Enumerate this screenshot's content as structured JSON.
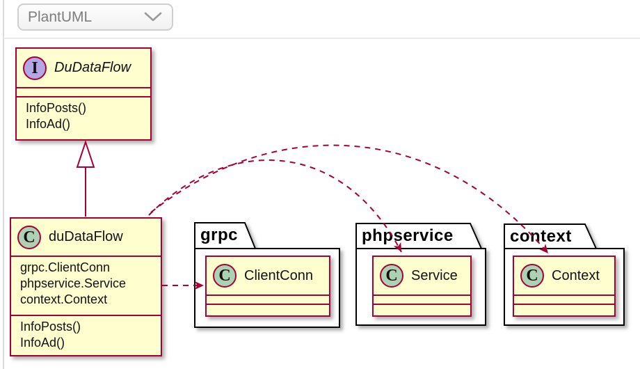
{
  "toolbar": {
    "diagram_type": "PlantUML"
  },
  "colors": {
    "box_fill": "#FEFECE",
    "box_border": "#A80036",
    "relation": "#A80036",
    "interface_circle_fill": "#B4A7E5",
    "class_circle_fill": "#ADD1B2",
    "package_border": "#000000"
  },
  "diagram": {
    "interface": {
      "circle_letter": "I",
      "name": "DuDataFlow",
      "fields": [],
      "methods": [
        "InfoPosts()",
        "InfoAd()"
      ]
    },
    "class": {
      "circle_letter": "C",
      "name": "duDataFlow",
      "fields": [
        "grpc.ClientConn",
        "phpservice.Service",
        "context.Context"
      ],
      "methods": [
        "InfoPosts()",
        "InfoAd()"
      ]
    },
    "packages": [
      {
        "name": "grpc",
        "class": {
          "circle_letter": "C",
          "name": "ClientConn"
        }
      },
      {
        "name": "phpservice",
        "class": {
          "circle_letter": "C",
          "name": "Service"
        }
      },
      {
        "name": "context",
        "class": {
          "circle_letter": "C",
          "name": "Context"
        }
      }
    ],
    "relations": [
      {
        "type": "extends",
        "from": "duDataFlow",
        "to": "DuDataFlow",
        "line": "solid",
        "arrowhead": "hollow-triangle"
      },
      {
        "type": "dependency",
        "from": "duDataFlow",
        "to": "grpc.ClientConn",
        "line": "dashed",
        "arrowhead": "filled"
      },
      {
        "type": "dependency",
        "from": "duDataFlow",
        "to": "phpservice.Service",
        "line": "dashed",
        "arrowhead": "filled"
      },
      {
        "type": "dependency",
        "from": "duDataFlow",
        "to": "context.Context",
        "line": "dashed",
        "arrowhead": "filled"
      }
    ]
  }
}
